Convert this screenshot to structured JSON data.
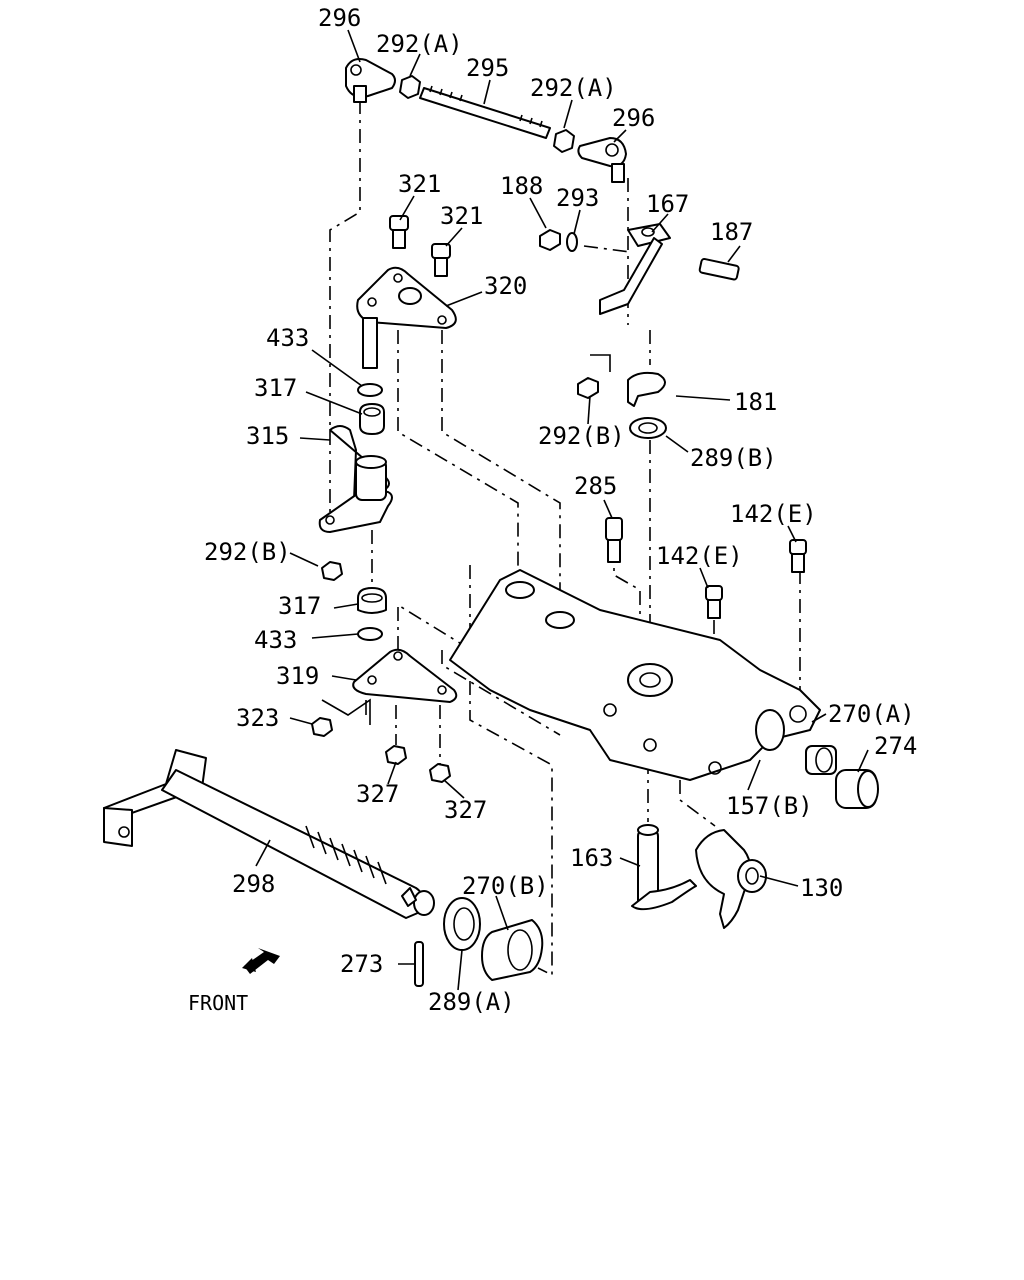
{
  "diagram": {
    "front_label": "FRONT",
    "callouts": {
      "c296a": "296",
      "c292a1": "292(A)",
      "c295": "295",
      "c292a2": "292(A)",
      "c296b": "296",
      "c321a": "321",
      "c321b": "321",
      "c320": "320",
      "c188": "188",
      "c293": "293",
      "c167": "167",
      "c187": "187",
      "c433a": "433",
      "c317a": "317",
      "c315": "315",
      "c181": "181",
      "c292b1": "292(B)",
      "c289b": "289(B)",
      "c285": "285",
      "c142e1": "142(E)",
      "c142e2": "142(E)",
      "c292b2": "292(B)",
      "c317b": "317",
      "c433b": "433",
      "c319": "319",
      "c323": "323",
      "c270a": "270(A)",
      "c274": "274",
      "c327a": "327",
      "c327b": "327",
      "c157b": "157(B)",
      "c163": "163",
      "c130": "130",
      "c298": "298",
      "c270b": "270(B)",
      "c273": "273",
      "c289a": "289(A)"
    }
  }
}
